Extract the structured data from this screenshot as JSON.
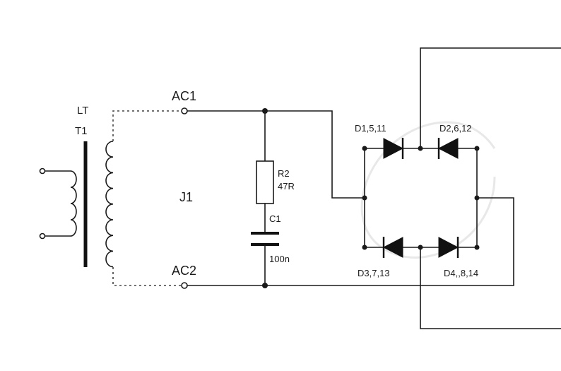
{
  "labels": {
    "lt": "LT",
    "t1": "T1",
    "ac1": "AC1",
    "ac2": "AC2",
    "j1": "J1",
    "r2": "R2",
    "r2_value": "47R",
    "c1": "C1",
    "c1_value": "100n",
    "d1": "D1,5,11",
    "d2": "D2,6,12",
    "d3": "D3,7,13",
    "d4": "D4,,8,14"
  }
}
